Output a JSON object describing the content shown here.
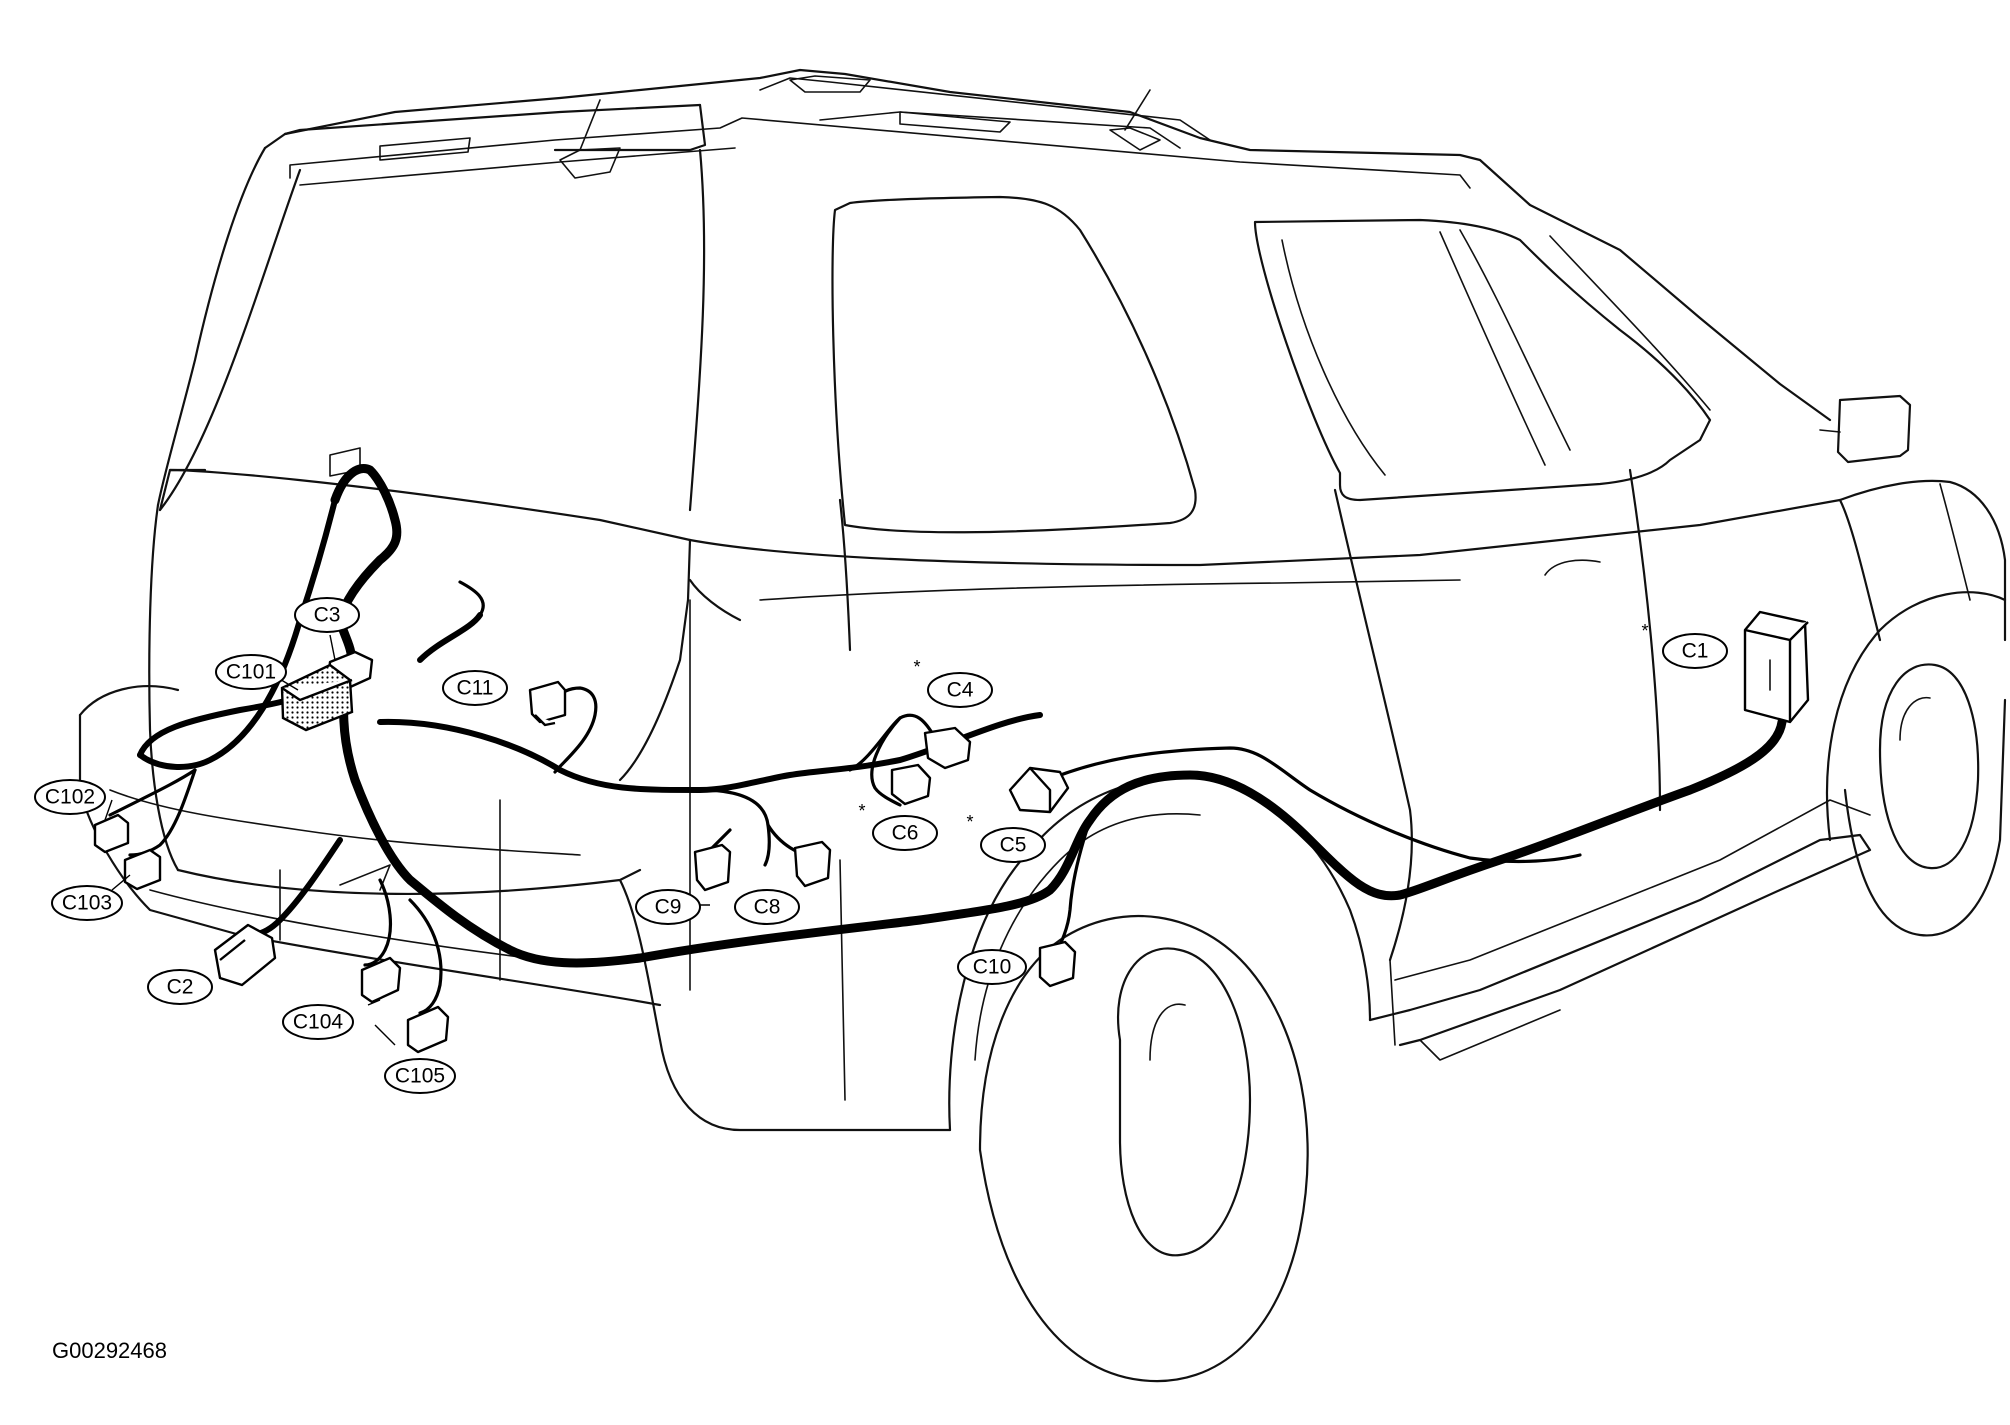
{
  "figure_id": "G00292468",
  "colors": {
    "line": "#000000",
    "background": "#ffffff"
  },
  "connectors": [
    {
      "id": "C1",
      "label": "C1",
      "starred": true
    },
    {
      "id": "C2",
      "label": "C2",
      "starred": false
    },
    {
      "id": "C3",
      "label": "C3",
      "starred": false
    },
    {
      "id": "C4",
      "label": "C4",
      "starred": true
    },
    {
      "id": "C5",
      "label": "C5",
      "starred": true
    },
    {
      "id": "C6",
      "label": "C6",
      "starred": true
    },
    {
      "id": "C8",
      "label": "C8",
      "starred": false
    },
    {
      "id": "C9",
      "label": "C9",
      "starred": false
    },
    {
      "id": "C10",
      "label": "C10",
      "starred": false
    },
    {
      "id": "C11",
      "label": "C11",
      "starred": false
    },
    {
      "id": "C101",
      "label": "C101",
      "starred": false
    },
    {
      "id": "C102",
      "label": "C102",
      "starred": false
    },
    {
      "id": "C103",
      "label": "C103",
      "starred": false
    },
    {
      "id": "C104",
      "label": "C104",
      "starred": false
    },
    {
      "id": "C105",
      "label": "C105",
      "starred": false
    }
  ],
  "star_symbol": "*"
}
